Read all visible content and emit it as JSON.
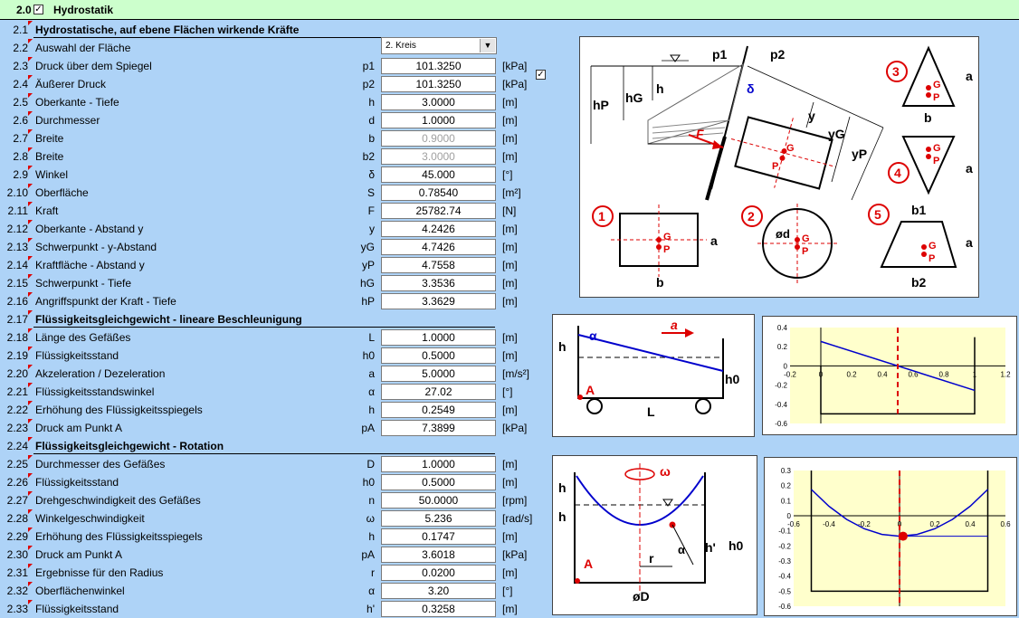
{
  "header": {
    "num": "2.0",
    "checked": "✓",
    "title": "Hydrostatik"
  },
  "combo": {
    "value": "2. Kreis"
  },
  "p2_check": "✓",
  "rows": [
    {
      "num": "2.1",
      "label": "Hydrostatische, auf ebene Flächen wirkende Kräfte",
      "sec": true
    },
    {
      "num": "2.2",
      "label": "Auswahl der Fläche"
    },
    {
      "num": "2.3",
      "label": "Druck über dem Spiegel",
      "sym": "p1",
      "value": "101.3250",
      "unit": "[kPa]"
    },
    {
      "num": "2.4",
      "label": "Äußerer Druck",
      "sym": "p2",
      "value": "101.3250",
      "unit": "[kPa]"
    },
    {
      "num": "2.5",
      "label": "Oberkante - Tiefe",
      "sym": "h",
      "value": "3.0000",
      "unit": "[m]"
    },
    {
      "num": "2.6",
      "label": "Durchmesser",
      "sym": "d",
      "value": "1.0000",
      "unit": "[m]"
    },
    {
      "num": "2.7",
      "label": "Breite",
      "sym": "b",
      "value": "0.9000",
      "unit": "[m]",
      "gray": true
    },
    {
      "num": "2.8",
      "label": "Breite",
      "sym": "b2",
      "value": "3.0000",
      "unit": "[m]",
      "gray": true
    },
    {
      "num": "2.9",
      "label": "Winkel",
      "sym": "δ",
      "value": "45.000",
      "unit": "[°]"
    },
    {
      "num": "2.10",
      "label": "Oberfläche",
      "sym": "S",
      "value": "0.78540",
      "unit": "[m²]"
    },
    {
      "num": "2.11",
      "label": "Kraft",
      "sym": "F",
      "value": "25782.74",
      "unit": "[N]"
    },
    {
      "num": "2.12",
      "label": "Oberkante - Abstand y",
      "sym": "y",
      "value": "4.2426",
      "unit": "[m]"
    },
    {
      "num": "2.13",
      "label": "Schwerpunkt - y-Abstand",
      "sym": "yG",
      "value": "4.7426",
      "unit": "[m]"
    },
    {
      "num": "2.14",
      "label": "Kraftfläche - Abstand y",
      "sym": "yP",
      "value": "4.7558",
      "unit": "[m]"
    },
    {
      "num": "2.15",
      "label": "Schwerpunkt - Tiefe",
      "sym": "hG",
      "value": "3.3536",
      "unit": "[m]"
    },
    {
      "num": "2.16",
      "label": "Angriffspunkt der Kraft - Tiefe",
      "sym": "hP",
      "value": "3.3629",
      "unit": "[m]"
    },
    {
      "num": "2.17",
      "label": "Flüssigkeitsgleichgewicht - lineare Beschleunigung",
      "sec": true
    },
    {
      "num": "2.18",
      "label": "Länge des Gefäßes",
      "sym": "L",
      "value": "1.0000",
      "unit": "[m]"
    },
    {
      "num": "2.19",
      "label": "Flüssigkeitsstand",
      "sym": "h0",
      "value": "0.5000",
      "unit": "[m]"
    },
    {
      "num": "2.20",
      "label": "Akzeleration / Dezeleration",
      "sym": "a",
      "value": "5.0000",
      "unit": "[m/s²]"
    },
    {
      "num": "2.21",
      "label": "Flüssigkeitsstandswinkel",
      "sym": "α",
      "value": "27.02",
      "unit": "[°]"
    },
    {
      "num": "2.22",
      "label": "Erhöhung des Flüssigkeitsspiegels",
      "sym": "h",
      "value": "0.2549",
      "unit": "[m]"
    },
    {
      "num": "2.23",
      "label": "Druck am Punkt A",
      "sym": "pA",
      "value": "7.3899",
      "unit": "[kPa]"
    },
    {
      "num": "2.24",
      "label": "Flüssigkeitsgleichgewicht - Rotation",
      "sec": true
    },
    {
      "num": "2.25",
      "label": "Durchmesser des Gefäßes",
      "sym": "D",
      "value": "1.0000",
      "unit": "[m]"
    },
    {
      "num": "2.26",
      "label": "Flüssigkeitsstand",
      "sym": "h0",
      "value": "0.5000",
      "unit": "[m]"
    },
    {
      "num": "2.27",
      "label": "Drehgeschwindigkeit des Gefäßes",
      "sym": "n",
      "value": "50.0000",
      "unit": "[rpm]"
    },
    {
      "num": "2.28",
      "label": "Winkelgeschwindigkeit",
      "sym": "ω",
      "value": "5.236",
      "unit": "[rad/s]"
    },
    {
      "num": "2.29",
      "label": "Erhöhung des Flüssigkeitsspiegels",
      "sym": "h",
      "value": "0.1747",
      "unit": "[m]"
    },
    {
      "num": "2.30",
      "label": "Druck am Punkt A",
      "sym": "pA",
      "value": "3.6018",
      "unit": "[kPa]"
    },
    {
      "num": "2.31",
      "label": "Ergebnisse für den Radius",
      "sym": "r",
      "value": "0.0200",
      "unit": "[m]"
    },
    {
      "num": "2.32",
      "label": "Oberflächenwinkel",
      "sym": "α",
      "value": "3.20",
      "unit": "[°]"
    },
    {
      "num": "2.33",
      "label": "Flüssigkeitsstand",
      "sym": "h'",
      "value": "0.3258",
      "unit": "[m]"
    }
  ],
  "diagram1": {
    "labels": {
      "p1": "p1",
      "p2": "p2",
      "hP": "hP",
      "hG": "hG",
      "h": "h",
      "delta": "δ",
      "F": "F",
      "y": "y",
      "yG": "yG",
      "yP": "yP",
      "G": "G",
      "P": "P",
      "a": "a",
      "b": "b",
      "b1": "b1",
      "b2": "b2",
      "d": "ød"
    },
    "shape_numbers": [
      "1",
      "2",
      "3",
      "4",
      "5"
    ]
  },
  "diagram2": {
    "labels": {
      "h": "h",
      "alpha": "α",
      "a": "a",
      "h0": "h0",
      "A": "A",
      "L": "L"
    }
  },
  "diagram3": {
    "labels": {
      "h": "h",
      "omega": "ω",
      "h0": "h0",
      "hprime": "h'",
      "alpha": "α",
      "r": "r",
      "A": "A",
      "D": "øD"
    }
  },
  "chart_data": [
    {
      "type": "line",
      "x": [
        0,
        1
      ],
      "series": [
        {
          "values": [
            0.2549,
            -0.2549
          ]
        }
      ],
      "xlim": [
        -0.2,
        1.2
      ],
      "ylim": [
        -0.6,
        0.4
      ],
      "xticks": [
        "-0.2",
        "0",
        "0.2",
        "0.4",
        "0.6",
        "0.8",
        "1",
        "1.2"
      ],
      "yticks": [
        "0.4",
        "0.2",
        "0",
        "-0.2",
        "-0.4",
        "-0.6"
      ],
      "marker_x": 0.5
    },
    {
      "type": "line",
      "x": [
        -0.5,
        -0.4,
        -0.3,
        -0.2,
        -0.1,
        0,
        0.1,
        0.2,
        0.3,
        0.4,
        0.5
      ],
      "series": [
        {
          "values": [
            0.1747,
            0.0629,
            -0.024,
            -0.0862,
            -0.1235,
            -0.136,
            -0.1235,
            -0.0862,
            -0.024,
            0.0629,
            0.1747
          ]
        }
      ],
      "xlim": [
        -0.6,
        0.6
      ],
      "ylim": [
        -0.6,
        0.3
      ],
      "xticks": [
        "-0.6",
        "-0.4",
        "-0.2",
        "0",
        "0.2",
        "0.4",
        "0.6"
      ],
      "yticks": [
        "0.3",
        "0.2",
        "0.1",
        "0",
        "-0.1",
        "-0.2",
        "-0.3",
        "-0.4",
        "-0.5",
        "-0.6"
      ],
      "point": {
        "x": 0.02,
        "y": -0.1355
      }
    }
  ]
}
